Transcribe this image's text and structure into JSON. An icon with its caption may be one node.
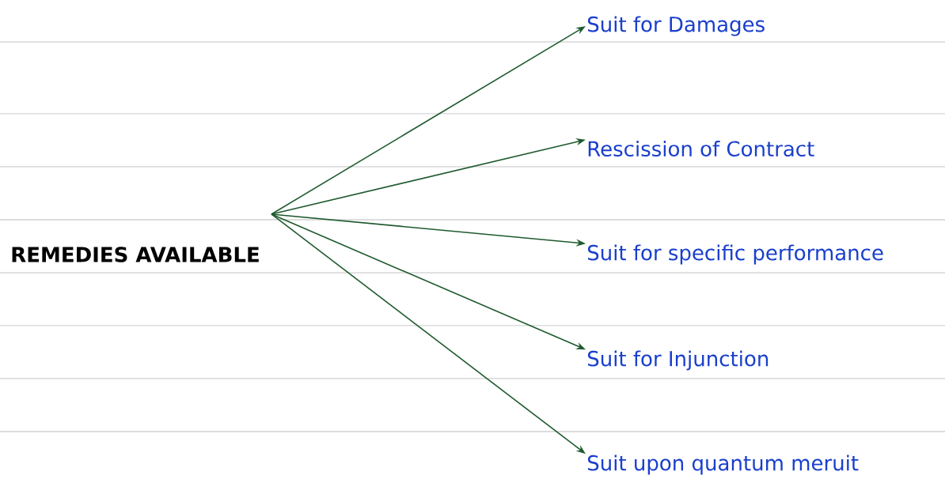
{
  "diagram": {
    "nodes": [
      {
        "text": [
          "REMEDIES AVAILABLE"
        ]
      },
      {
        "text": [
          "Suit for Damages"
        ]
      },
      {
        "text": [
          "Rescission of Contract"
        ]
      },
      {
        "text": [
          "Suit for specific performance"
        ]
      },
      {
        "text": [
          "Suit for Injunction"
        ]
      },
      {
        "text": [
          "Suit upon quantum meruit"
        ]
      }
    ],
    "edges": [
      {
        "from": 0,
        "to": 1,
        "arrow": "to"
      },
      {
        "from": 0,
        "to": 2,
        "arrow": "to"
      },
      {
        "from": 0,
        "to": 3,
        "arrow": "to"
      },
      {
        "from": 0,
        "to": 4,
        "arrow": "to"
      },
      {
        "from": 0,
        "to": 5,
        "arrow": "to"
      }
    ]
  }
}
